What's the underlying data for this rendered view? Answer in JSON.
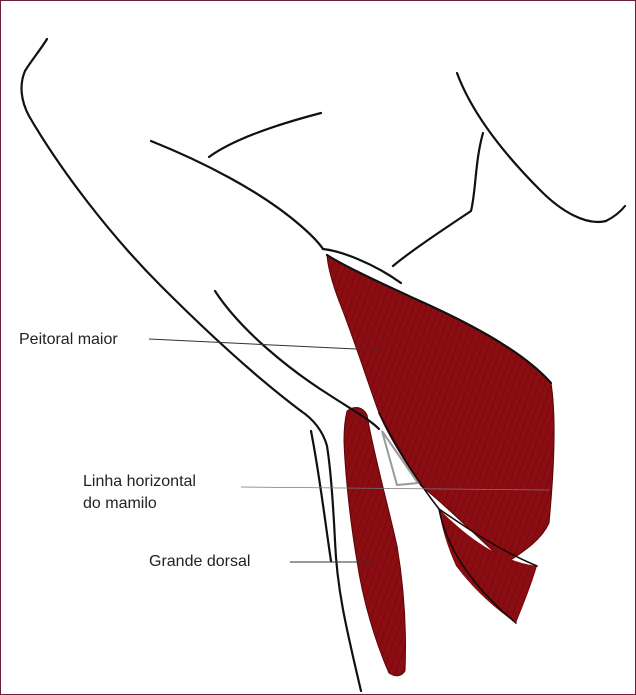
{
  "figure": {
    "labels": {
      "peitoral": "Peitoral maior",
      "linha_1": "Linha horizontal",
      "linha_2": "do mamilo",
      "grande_dorsal": "Grande dorsal"
    },
    "colors": {
      "border": "#6b1f3a",
      "muscle": "#8b0d12",
      "outline": "#111111",
      "triangle": "#9a9a9a"
    }
  }
}
